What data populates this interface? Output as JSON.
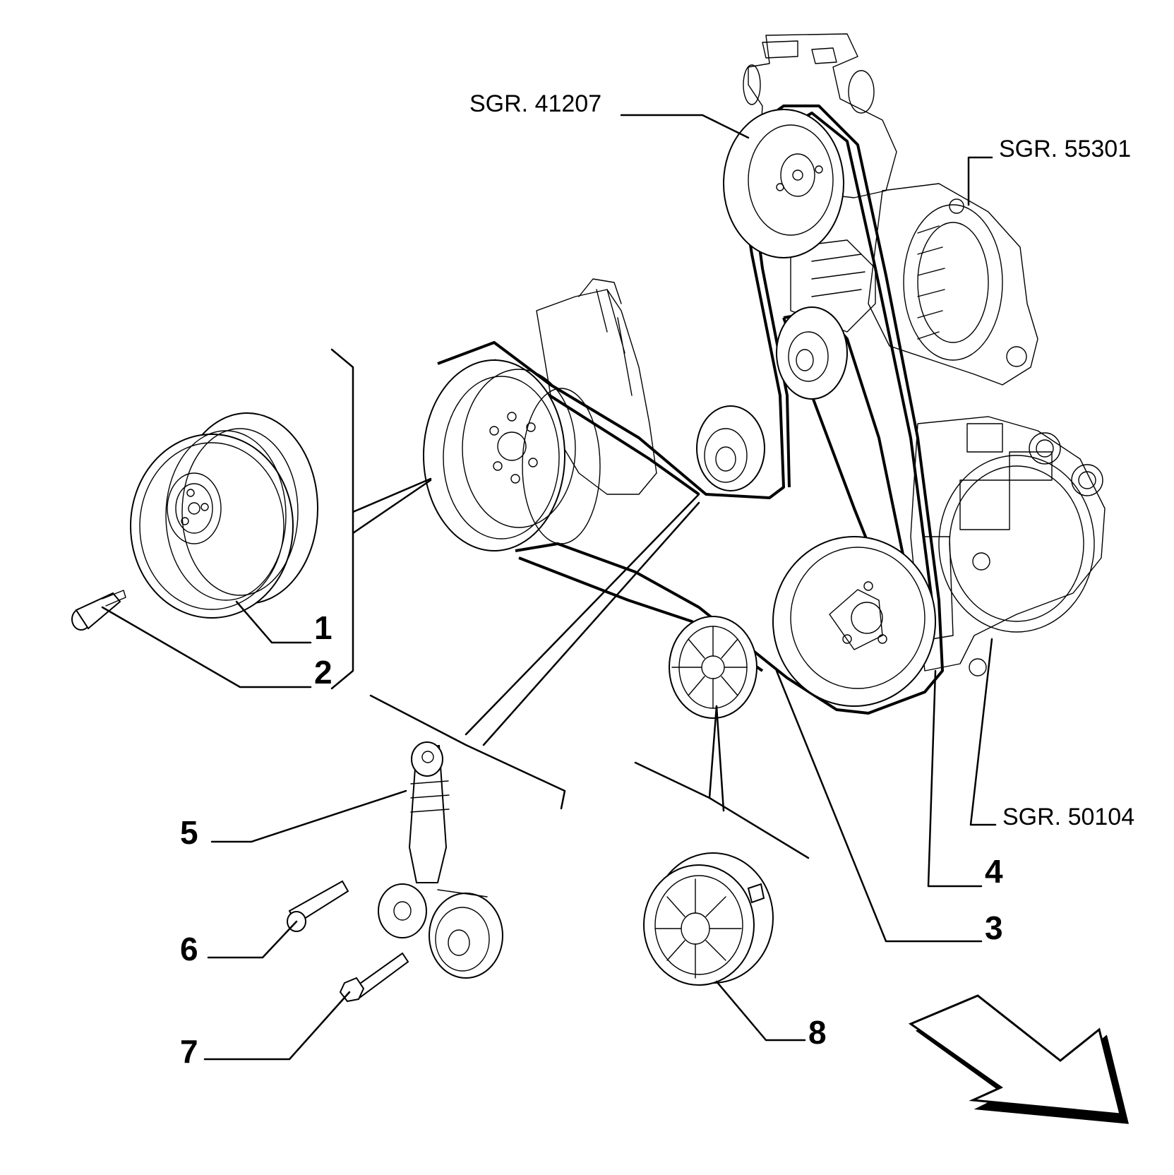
{
  "references": {
    "sgr_41207": "SGR. 41207",
    "sgr_55301": "SGR. 55301",
    "sgr_50104": "SGR. 50104"
  },
  "callouts": {
    "c1": "1",
    "c2": "2",
    "c3": "3",
    "c4": "4",
    "c5": "5",
    "c6": "6",
    "c7": "7",
    "c8": "8"
  },
  "direction_arrow": "arrow-down-right-icon"
}
